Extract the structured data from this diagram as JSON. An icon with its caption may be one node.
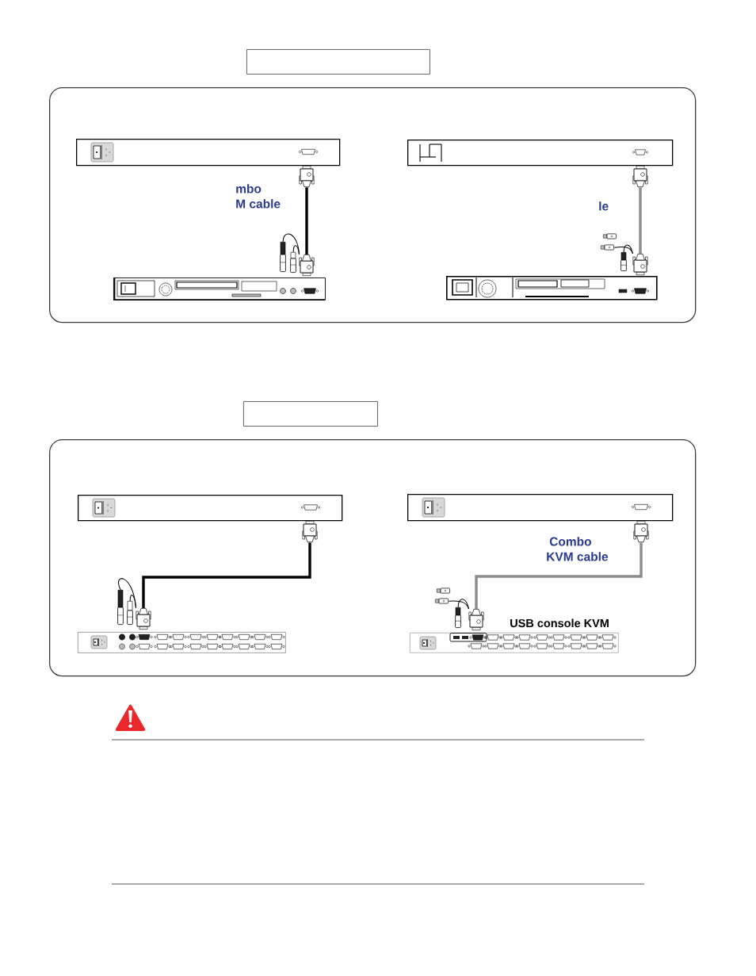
{
  "diagram": {
    "nodes": [
      {
        "text": [],
        "shape": "box"
      },
      {
        "text": [],
        "shape": "box"
      },
      {
        "text": [],
        "shape": "picture",
        "in": 1
      },
      {
        "text": [],
        "shape": "picture",
        "in": 1
      },
      {
        "text": [],
        "shape": "picture",
        "in": 1
      },
      {
        "text": [],
        "shape": "picture",
        "in": 1
      },
      {
        "text": [],
        "shape": "picture",
        "in": 1
      },
      {
        "text": [],
        "shape": "picture",
        "in": 1
      },
      {
        "text": [],
        "shape": "picture",
        "in": 1
      },
      {
        "text": [],
        "shape": "picture",
        "in": 1
      },
      {
        "text": [],
        "shape": "picture",
        "in": 1
      },
      {
        "text": [],
        "shape": "picture",
        "in": 1
      },
      {
        "text": [],
        "shape": "picture",
        "in": 1
      },
      {
        "text": [],
        "shape": "picture",
        "in": 1
      },
      {
        "text": [],
        "shape": "picture",
        "in": 1
      },
      {
        "text": [],
        "shape": "box"
      },
      {
        "text": [],
        "shape": "box"
      },
      {
        "text": [],
        "shape": "picture",
        "in": 16
      },
      {
        "text": [],
        "shape": "picture",
        "in": 16
      },
      {
        "text": [],
        "shape": "picture",
        "in": 16
      },
      {
        "text": [],
        "shape": "picture",
        "in": 16
      },
      {
        "text": [],
        "shape": "picture",
        "in": 16
      },
      {
        "text": [],
        "shape": "picture",
        "in": 16
      },
      {
        "text": [],
        "shape": "picture",
        "in": 16
      },
      {
        "text": [],
        "shape": "picture",
        "in": 16
      },
      {
        "text": [],
        "shape": "picture",
        "in": 16
      },
      {
        "text": [],
        "shape": "picture",
        "in": 16
      },
      {
        "text": [],
        "shape": "picture",
        "in": 16
      },
      {
        "text": [],
        "shape": "picture",
        "in": 16
      },
      {
        "text": [],
        "shape": "picture",
        "in": 16,
        "beside": [
          "USB console KVM"
        ]
      }
    ],
    "edges": [
      {
        "from": 7,
        "to": 4,
        "arrow": "none",
        "style": "thick",
        "label": "mbo M cable"
      },
      {
        "from": 5,
        "to": 7,
        "arrow": "none"
      },
      {
        "from": 6,
        "to": 7,
        "arrow": "none"
      },
      {
        "from": 12,
        "to": 8,
        "arrow": "none",
        "style": "thick",
        "color": "#8c8c8c",
        "label": "le"
      },
      {
        "from": 10,
        "to": 12,
        "arrow": "none"
      },
      {
        "from": 11,
        "to": 12,
        "arrow": "none"
      },
      {
        "from": 22,
        "to": 19,
        "arrow": "none",
        "style": "thick"
      },
      {
        "from": 20,
        "to": 22,
        "arrow": "none"
      },
      {
        "from": 21,
        "to": 22,
        "arrow": "none"
      },
      {
        "from": 27,
        "to": 23,
        "arrow": "none",
        "style": "thick",
        "color": "#8c8c8c",
        "label": "Combo KVM cable"
      },
      {
        "from": 25,
        "to": 27,
        "arrow": "none"
      },
      {
        "from": 26,
        "to": 27,
        "arrow": "none"
      }
    ]
  }
}
